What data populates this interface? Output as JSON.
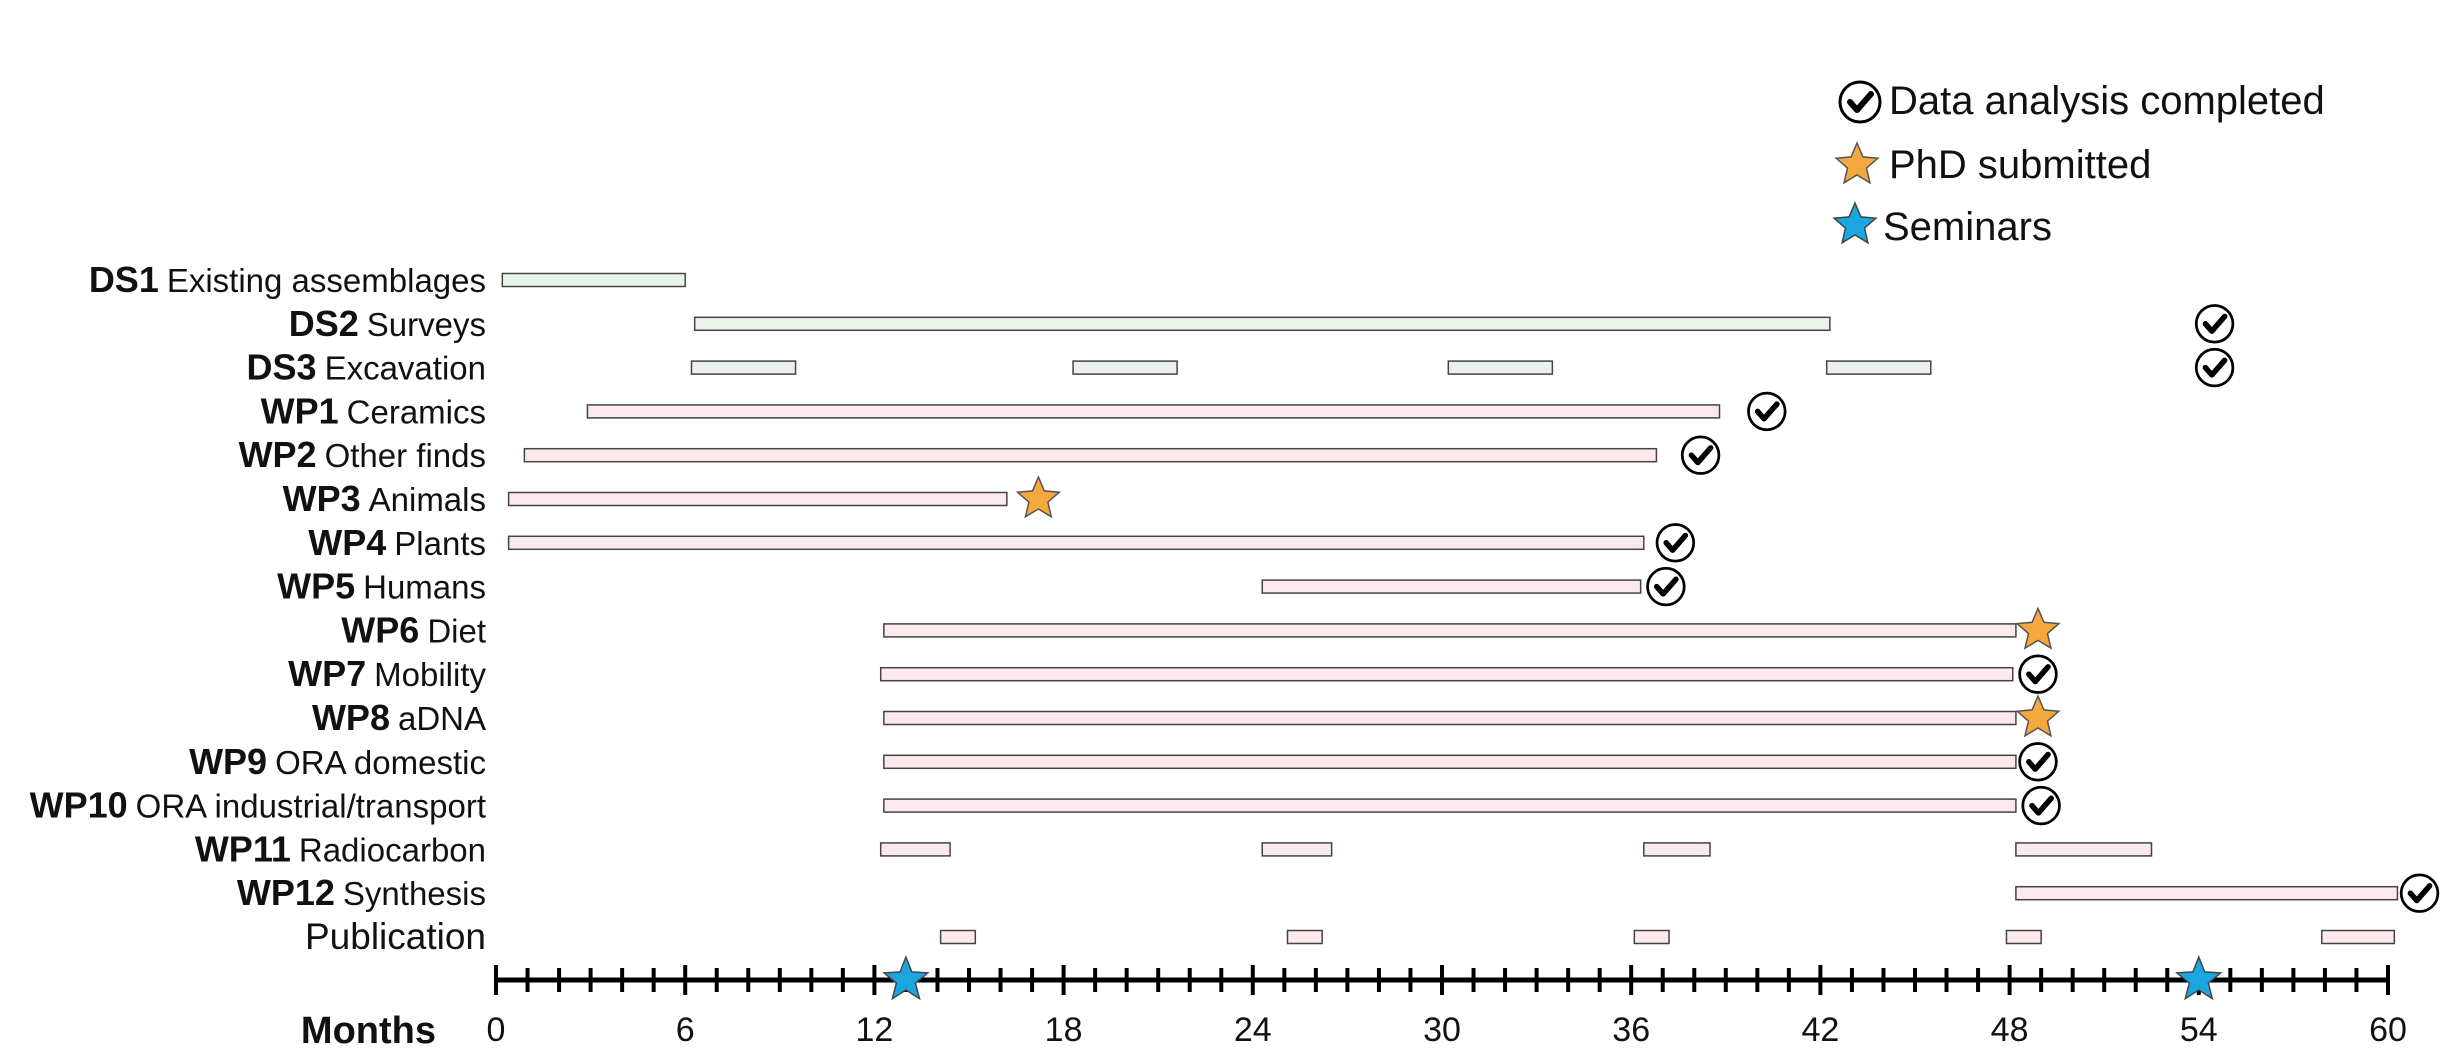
{
  "chart_data": {
    "type": "gantt",
    "xlabel": "Months",
    "xlim": [
      0,
      60
    ],
    "x_ticks": [
      0,
      6,
      12,
      18,
      24,
      30,
      36,
      42,
      48,
      54,
      60
    ],
    "minor_tick_step": 1,
    "colors": {
      "ds_fill": "#e9f3ea",
      "wp_fill": "#fbe9ec",
      "bar_stroke": "#444444",
      "star_orange": "#f5a93c",
      "star_blue": "#1aa6e0",
      "axis": "#000000"
    },
    "legend": [
      {
        "icon": "check-circle-icon",
        "label": "Data analysis completed"
      },
      {
        "icon": "orange-star-icon",
        "label": "PhD submitted"
      },
      {
        "icon": "blue-star-icon",
        "label": "Seminars"
      }
    ],
    "rows": [
      {
        "code": "DS1",
        "name": "Existing assemblages",
        "group": "ds",
        "bars": [
          [
            0.2,
            6.0
          ]
        ],
        "markers": []
      },
      {
        "code": "DS2",
        "name": "Surveys",
        "group": "ds",
        "bars": [
          [
            6.3,
            42.3
          ]
        ],
        "markers": [
          {
            "type": "check",
            "x": 54.5
          }
        ]
      },
      {
        "code": "DS3",
        "name": "Excavation",
        "group": "ds",
        "bars": [
          [
            6.2,
            9.5
          ],
          [
            18.3,
            21.6
          ],
          [
            30.2,
            33.5
          ],
          [
            42.2,
            45.5
          ]
        ],
        "markers": [
          {
            "type": "check",
            "x": 54.5
          }
        ]
      },
      {
        "code": "WP1",
        "name": "Ceramics",
        "group": "wp",
        "bars": [
          [
            2.9,
            38.8
          ]
        ],
        "markers": [
          {
            "type": "check",
            "x": 40.3
          }
        ]
      },
      {
        "code": "WP2",
        "name": "Other finds",
        "group": "wp",
        "bars": [
          [
            0.9,
            36.8
          ]
        ],
        "markers": [
          {
            "type": "check",
            "x": 38.2
          }
        ]
      },
      {
        "code": "WP3",
        "name": "Animals",
        "group": "wp",
        "bars": [
          [
            0.4,
            16.2
          ]
        ],
        "markers": [
          {
            "type": "star",
            "x": 17.2
          }
        ]
      },
      {
        "code": "WP4",
        "name": "Plants",
        "group": "wp",
        "bars": [
          [
            0.4,
            36.4
          ]
        ],
        "markers": [
          {
            "type": "check",
            "x": 37.4
          }
        ]
      },
      {
        "code": "WP5",
        "name": "Humans",
        "group": "wp",
        "bars": [
          [
            24.3,
            36.3
          ]
        ],
        "markers": [
          {
            "type": "check",
            "x": 37.1
          }
        ]
      },
      {
        "code": "WP6",
        "name": "Diet",
        "group": "wp",
        "bars": [
          [
            12.3,
            48.2
          ]
        ],
        "markers": [
          {
            "type": "star",
            "x": 48.9
          }
        ]
      },
      {
        "code": "WP7",
        "name": "Mobility",
        "group": "wp",
        "bars": [
          [
            12.2,
            48.1
          ]
        ],
        "markers": [
          {
            "type": "check",
            "x": 48.9
          }
        ]
      },
      {
        "code": "WP8",
        "name": "aDNA",
        "group": "wp",
        "bars": [
          [
            12.3,
            48.2
          ]
        ],
        "markers": [
          {
            "type": "star",
            "x": 48.9
          }
        ]
      },
      {
        "code": "WP9",
        "name": "ORA domestic",
        "group": "wp",
        "bars": [
          [
            12.3,
            48.2
          ]
        ],
        "markers": [
          {
            "type": "check",
            "x": 48.9
          }
        ]
      },
      {
        "code": "WP10",
        "name": "ORA industrial/transport",
        "group": "wp",
        "bars": [
          [
            12.3,
            48.2
          ]
        ],
        "markers": [
          {
            "type": "check",
            "x": 49.0
          }
        ]
      },
      {
        "code": "WP11",
        "name": "Radiocarbon",
        "group": "wp",
        "bars": [
          [
            12.2,
            14.4
          ],
          [
            24.3,
            26.5
          ],
          [
            36.4,
            38.5
          ],
          [
            48.2,
            52.5
          ]
        ],
        "markers": []
      },
      {
        "code": "WP12",
        "name": "Synthesis",
        "group": "wp",
        "bars": [
          [
            48.2,
            60.3
          ]
        ],
        "markers": [
          {
            "type": "check",
            "x": 61.0
          }
        ]
      },
      {
        "code": "",
        "name": "Publication",
        "group": "wp",
        "bars": [
          [
            14.1,
            15.2
          ],
          [
            25.1,
            26.2
          ],
          [
            36.1,
            37.2
          ],
          [
            47.9,
            49.0
          ],
          [
            57.9,
            60.2
          ]
        ],
        "markers": []
      }
    ],
    "axis_markers": [
      {
        "type": "blue-star",
        "x": 13.0
      },
      {
        "type": "blue-star",
        "x": 54.0
      }
    ]
  }
}
